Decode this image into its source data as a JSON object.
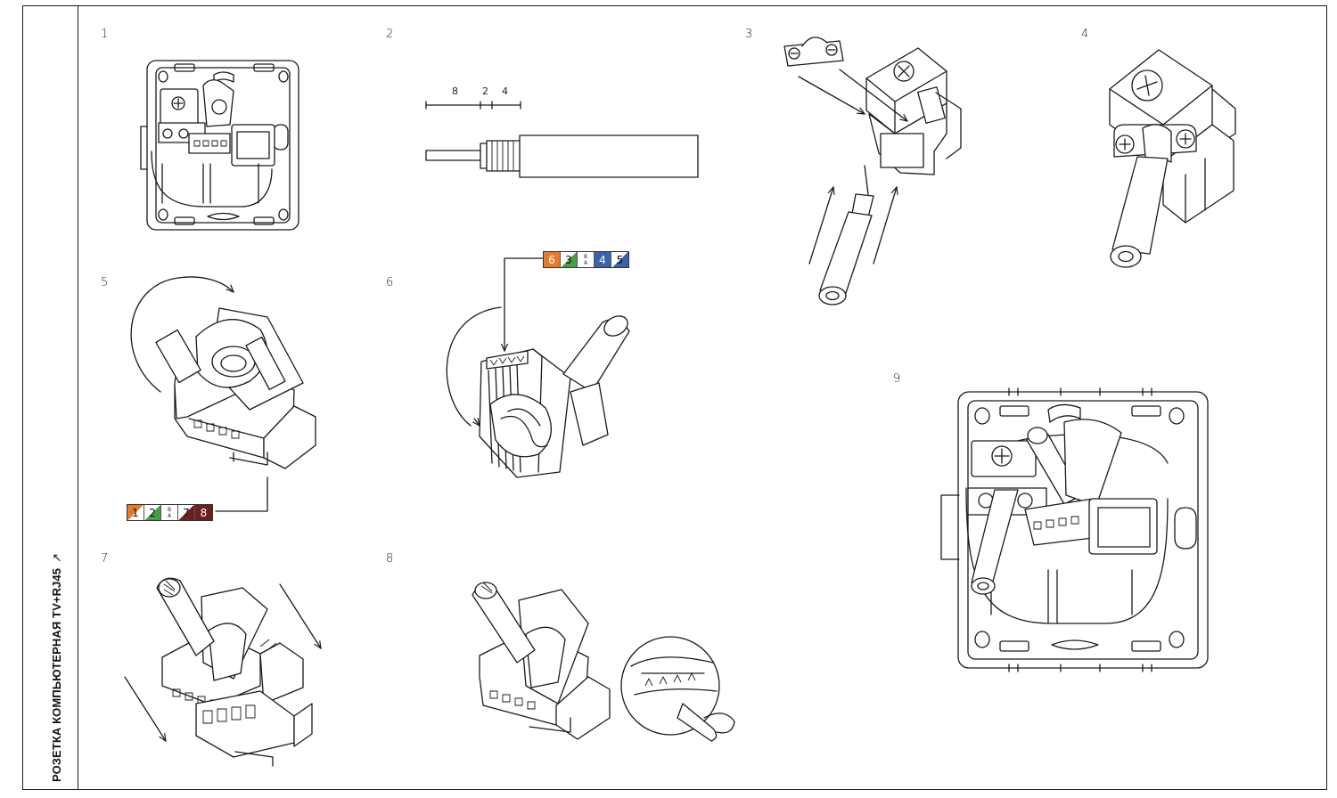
{
  "sidebar": {
    "title": "РОЗЕТКА КОМПЬЮТЕРНАЯ TV+RJ45",
    "arrow": "↗"
  },
  "steps": [
    "1",
    "2",
    "3",
    "4",
    "5",
    "6",
    "7",
    "8",
    "9"
  ],
  "strip_dimensions": {
    "a": "8",
    "b": "2",
    "c": "4"
  },
  "color_code_a": [
    {
      "label": "6",
      "color": "#e87b2b",
      "style": "solid"
    },
    {
      "label": "3",
      "color": "#4a9d48",
      "style": "half"
    },
    {
      "label_b": "B",
      "label_a": "A",
      "style": "ba"
    },
    {
      "label": "4",
      "color": "#3b62a8",
      "style": "solid"
    },
    {
      "label": "5",
      "color": "#3b62a8",
      "style": "half"
    }
  ],
  "color_code_b": [
    {
      "label": "1",
      "color": "#e87b2b",
      "style": "half"
    },
    {
      "label": "2",
      "color": "#4a9d48",
      "style": "half"
    },
    {
      "label_b": "B",
      "label_a": "A",
      "style": "ba"
    },
    {
      "label": "7",
      "color": "#6b1f1f",
      "style": "half"
    },
    {
      "label": "8",
      "color": "#6b1f1f",
      "style": "solid"
    }
  ],
  "colors": {
    "ink": "#1a1a1a",
    "orange": "#e87b2b",
    "green": "#4a9d48",
    "blue": "#3b62a8",
    "brown": "#6b1f1f"
  }
}
